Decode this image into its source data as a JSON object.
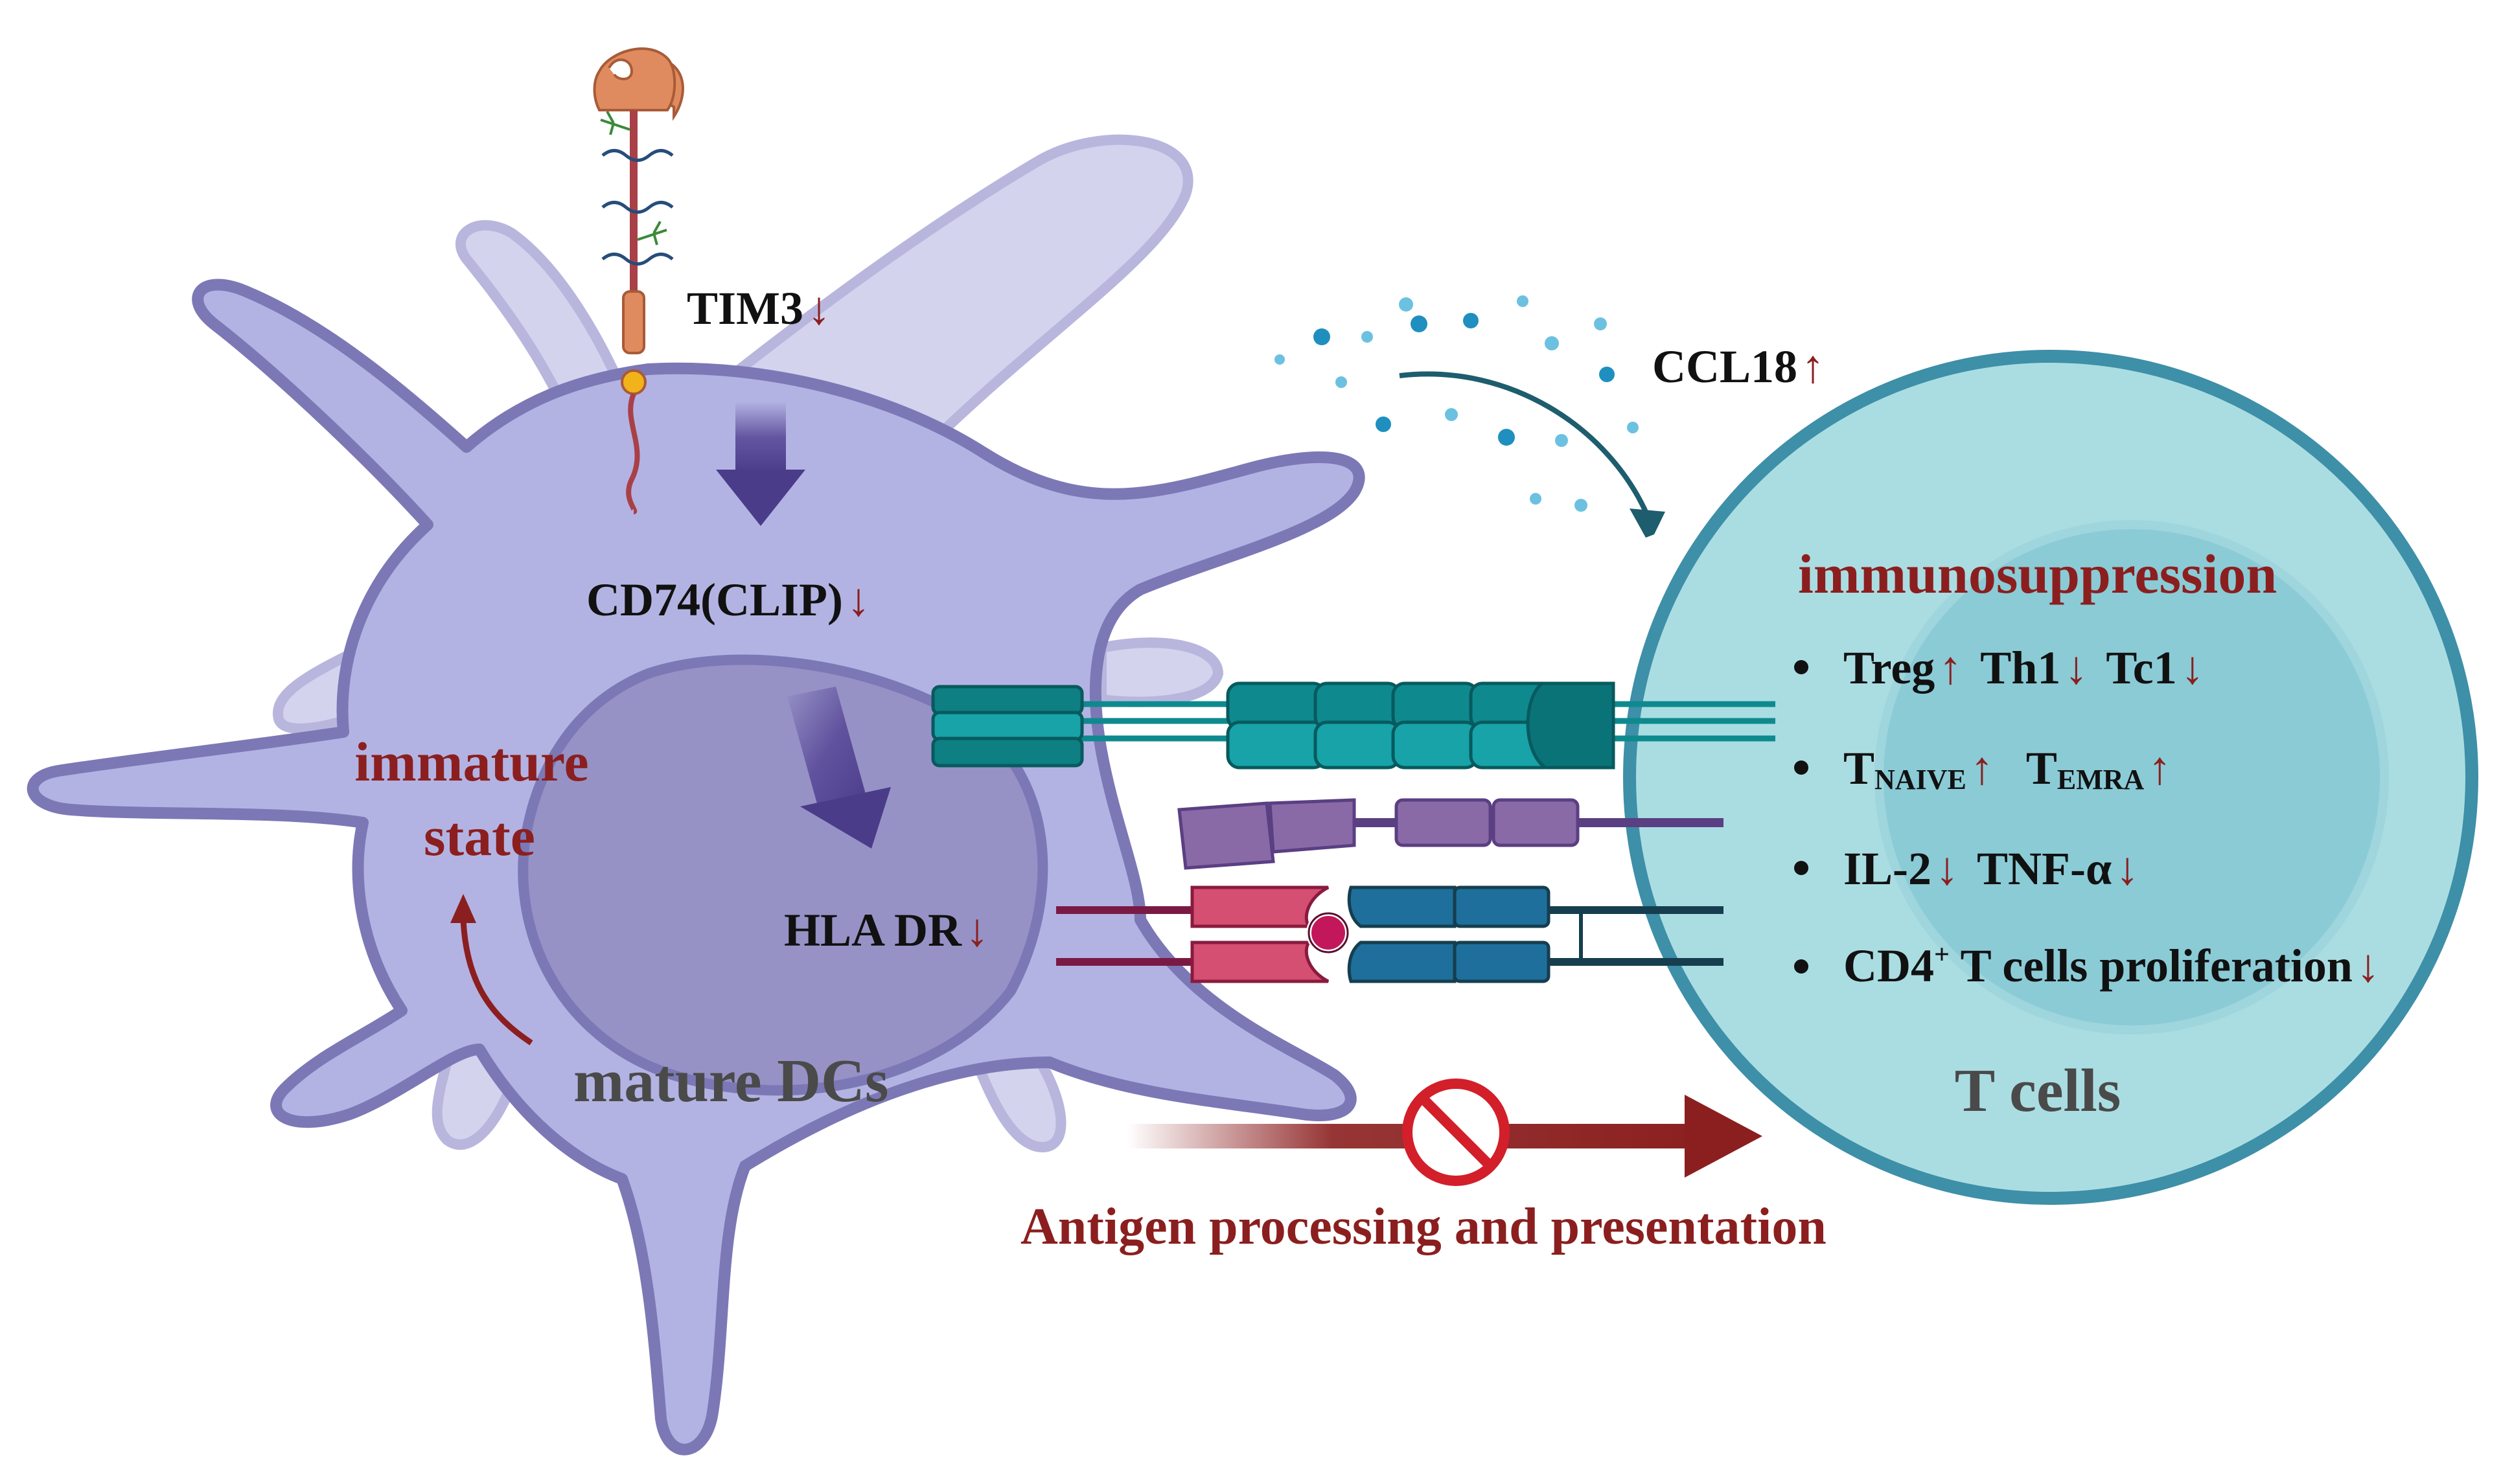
{
  "colors": {
    "dc_fill": "#b3b3e3",
    "dc_stroke": "#7c78b6",
    "dc_back": "#d3d3ee",
    "nucleus": "#9692c6",
    "tcell_outer": "#aadde2",
    "tcell_stroke": "#3e8fa8",
    "tcell_inner": "#8acbd6",
    "dark_red": "#8b1f1f",
    "teal": "#0e8a8f",
    "purple_arrow": "#5b4b9a"
  },
  "icons": [
    "tim3-receptor-icon",
    "ccl18-particles-icon",
    "tcr-complex-icon",
    "cd4-coreceptor-icon",
    "mhc-ii-icon",
    "prohibited-icon"
  ],
  "labels": {
    "tim3": "TIM3",
    "tim3_arrow": "↓",
    "ccl18": "CCL18",
    "ccl18_arrow": "↑",
    "cd74": "CD74(CLIP)",
    "cd74_arrow": "↓",
    "hla": "HLA DR",
    "hla_arrow": "↓",
    "immature_line1": "immature",
    "immature_line2": "state",
    "mature": "mature DCs",
    "tcells": "T cells",
    "immunosuppression": "immunosuppression",
    "antigen": "Antigen processing and presentation"
  },
  "bullets": {
    "row1": {
      "a": "Treg",
      "a_arrow": "↑",
      "b": "Th1",
      "b_arrow": "↓",
      "c": "Tc1",
      "c_arrow": "↓"
    },
    "row2": {
      "t1": "T",
      "t1_sub": "NAIVE",
      "t1_arrow": "↑",
      "t2": "T",
      "t2_sub": "EMRA",
      "t2_arrow": "↑"
    },
    "row3": {
      "a": "IL-2",
      "a_arrow": "↓",
      "b": "TNF-α",
      "b_arrow": "↓"
    },
    "row4": {
      "a": "CD4",
      "a_sup": "+",
      "b": " T cells proliferation",
      "b_arrow": "↓"
    }
  }
}
